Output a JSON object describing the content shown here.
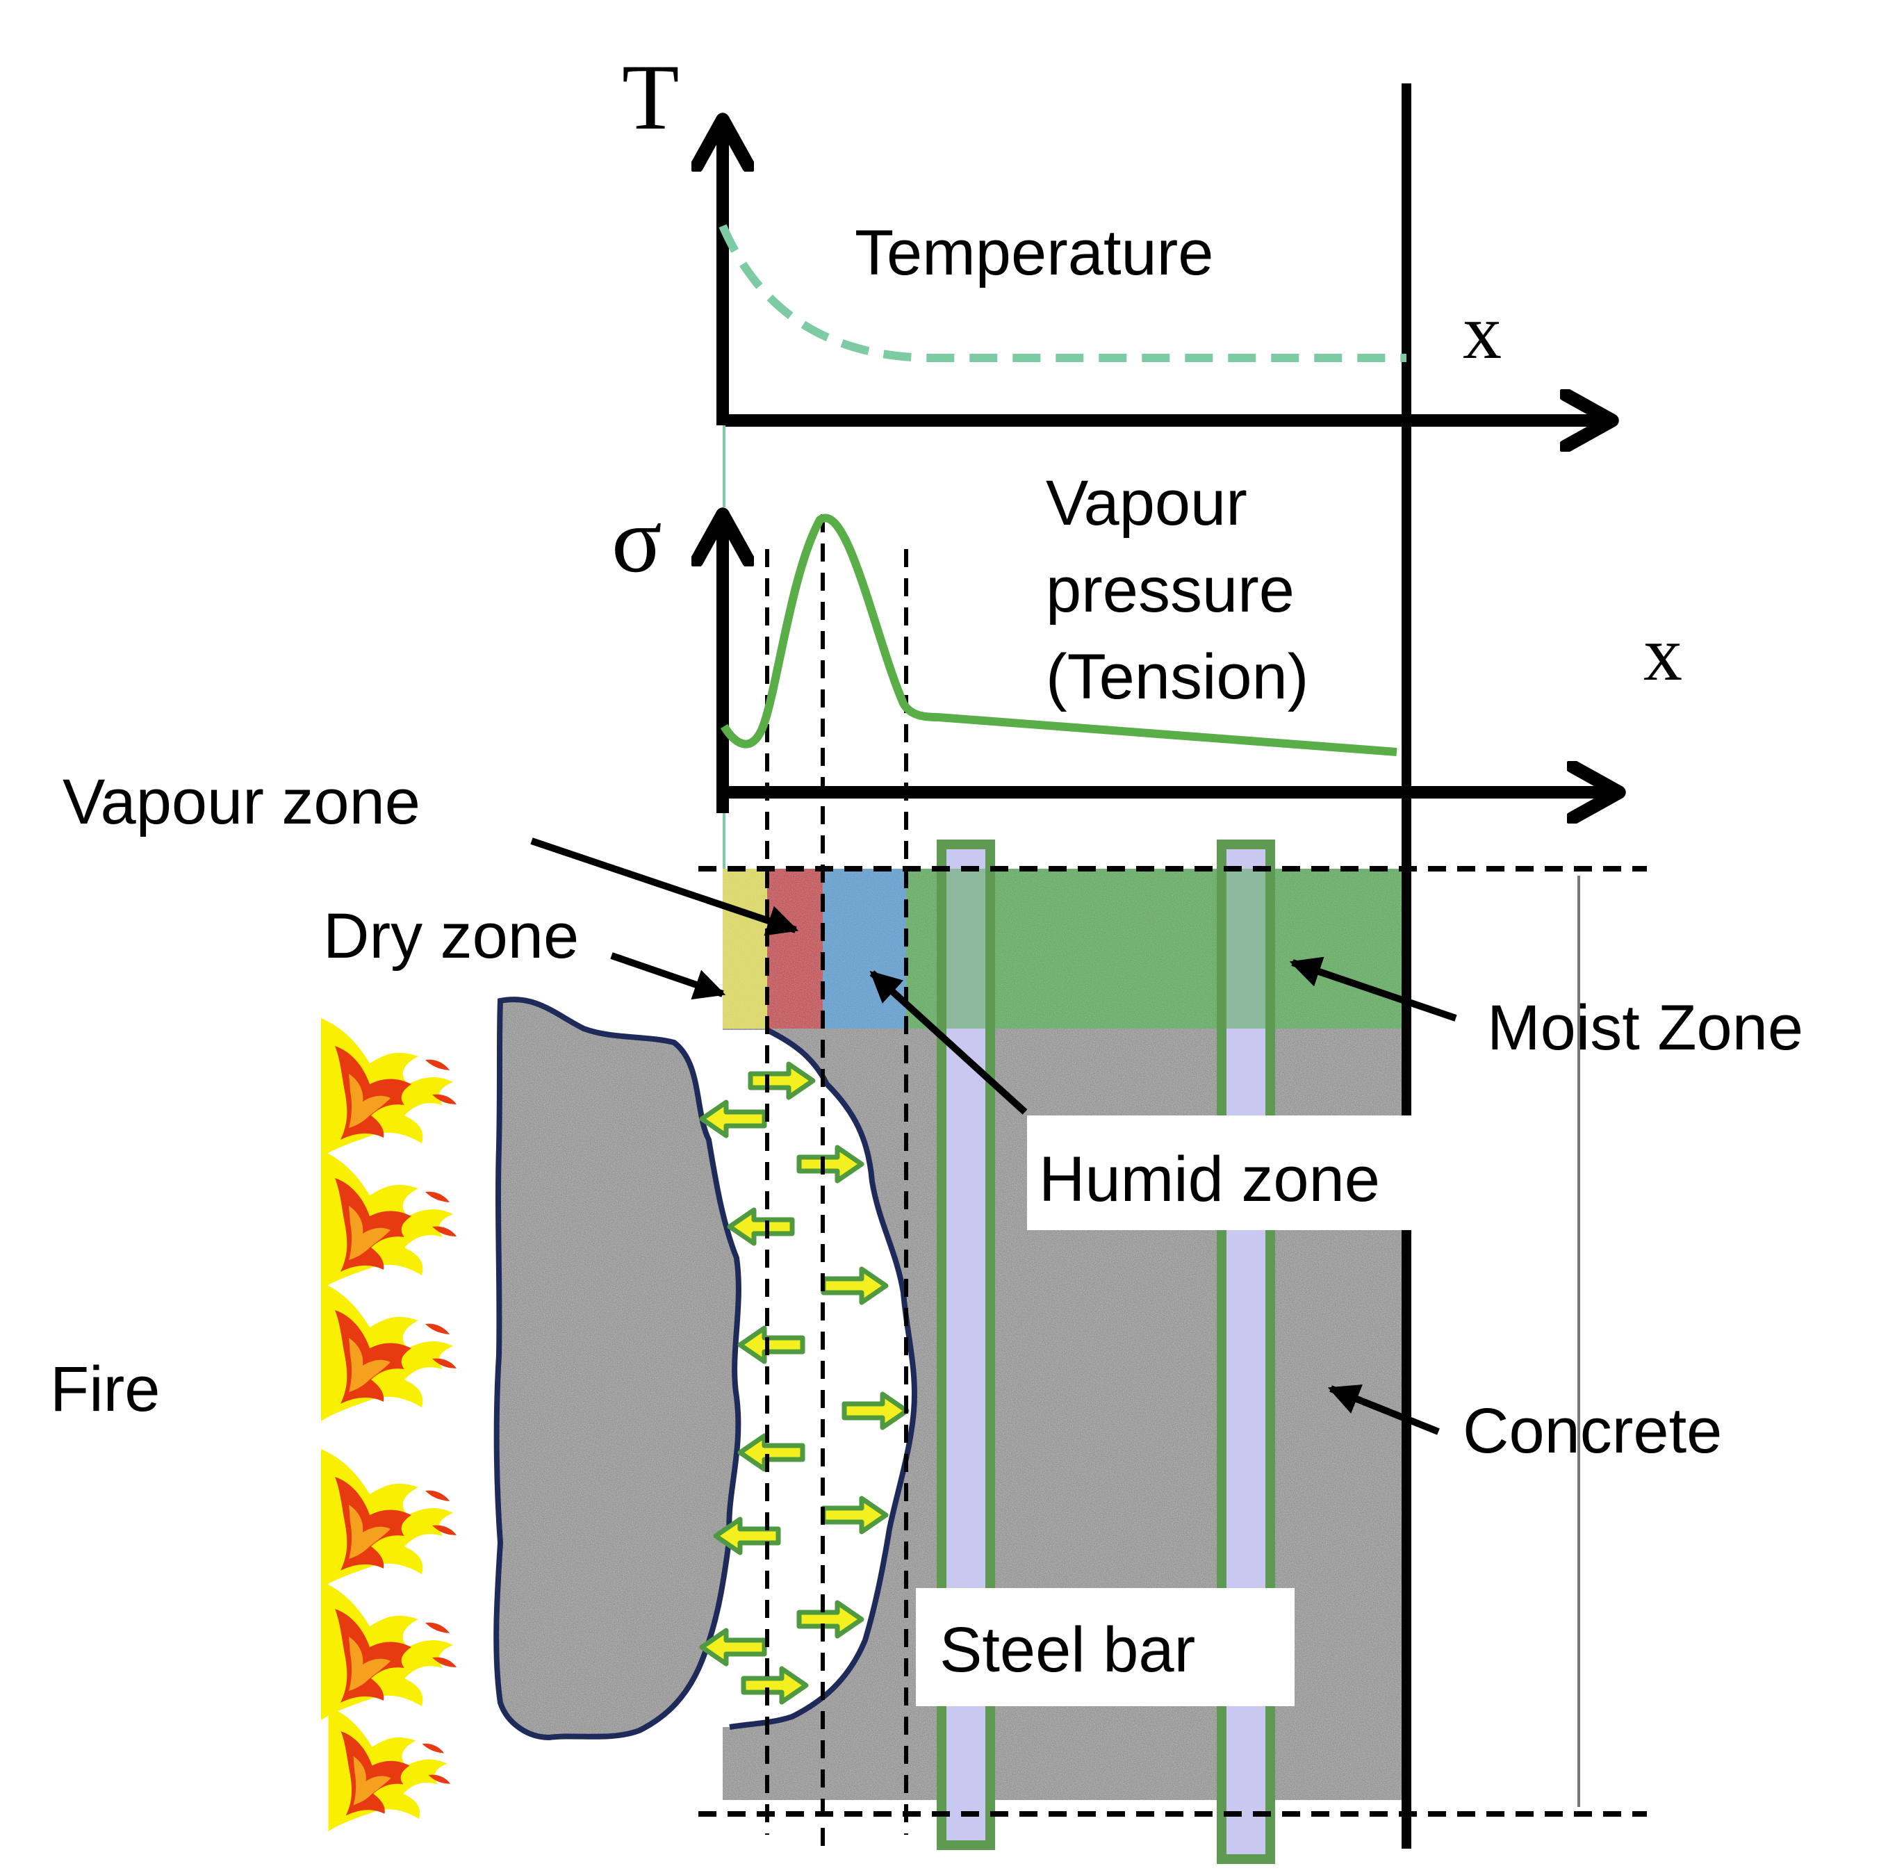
{
  "axes": {
    "temperature_plot": {
      "y_label": "T",
      "x_label": "x"
    },
    "stress_plot": {
      "y_label": "σ",
      "x_label": "x"
    }
  },
  "labels": {
    "temperature": "Temperature",
    "vapour_pressure_line1": "Vapour",
    "vapour_pressure_line2": "pressure",
    "vapour_pressure_line3": "(Tension)",
    "vapour_zone": "Vapour zone",
    "dry_zone": "Dry zone",
    "moist_zone": "Moist Zone",
    "humid_zone": "Humid zone",
    "fire": "Fire",
    "concrete": "Concrete",
    "steel_bar": "Steel bar"
  },
  "colors": {
    "temperature_curve": "#7ccba2",
    "pressure_curve": "#5aae48",
    "dry_zone": "#e7e35a",
    "vapour_zone": "#c94b50",
    "humid_zone": "#5b9fd6",
    "moist_zone": "#5cae5a",
    "concrete": "#8e8e8e",
    "steel_bar_fill": "#c8c8f0",
    "steel_bar_outline": "#5e9a52",
    "flame_yellow": "#f8f000",
    "flame_red": "#e83a10",
    "spall_outline": "#1e2a5a",
    "flow_arrow_fill": "#f4f020",
    "flow_arrow_outline": "#4f9a40"
  }
}
